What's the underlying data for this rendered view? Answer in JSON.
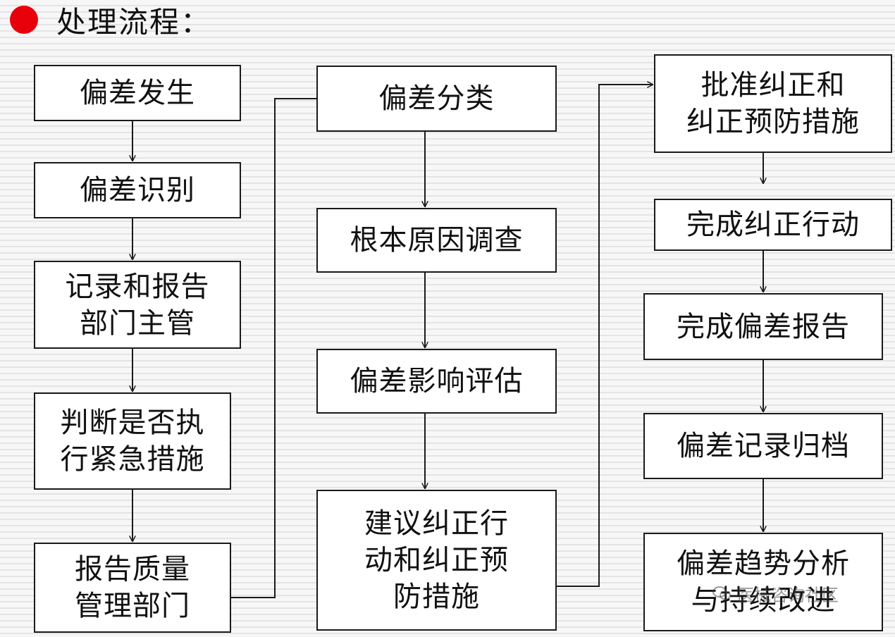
{
  "title": "处理流程：",
  "boxes": {
    "deviation_occurs": "偏差发生",
    "deviation_identification": "偏差识别",
    "record_report": "记录和报告\n部门主管",
    "judge_emergency": "判断是否执\n行紧急措施",
    "report_quality": "报告质量\n管理部门",
    "deviation_classification": "偏差分类",
    "root_cause": "根本原因调查",
    "impact_assessment": "偏差影响评估",
    "suggest_capa": "建议纠正行\n动和纠正预\n防措施",
    "approve_capa": "批准纠正和\n纠正预防措施",
    "complete_corrective": "完成纠正行动",
    "complete_report": "完成偏差报告",
    "record_archive": "偏差记录归档",
    "trend_analysis": "偏差趋势分析\n与持续改进"
  },
  "watermark": "医械咨询社区"
}
